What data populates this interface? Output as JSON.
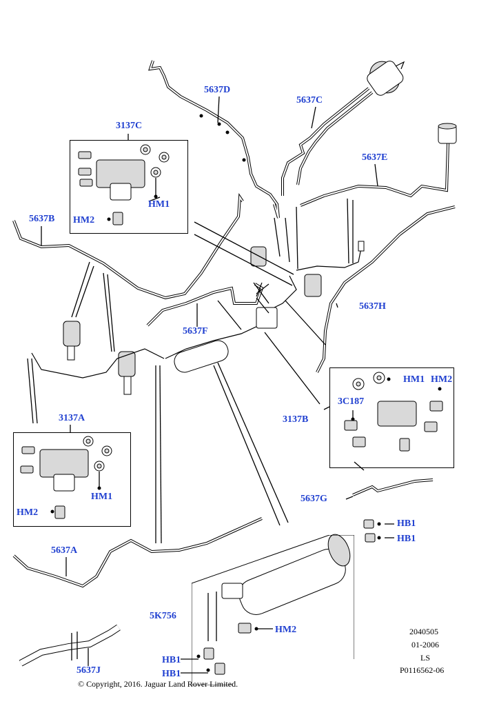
{
  "labels": {
    "p5637D": "5637D",
    "p5637C": "5637C",
    "p3137C": "3137C",
    "p5637E": "5637E",
    "p5637B": "5637B",
    "hm1_c": "HM1",
    "hm2_c": "HM2",
    "p5637H": "5637H",
    "p5637F": "5637F",
    "hm1_b": "HM1",
    "hm2_b": "HM2",
    "p3C187": "3C187",
    "p3137A": "3137A",
    "p3137B": "3137B",
    "hm1_a": "HM1",
    "hm2_a": "HM2",
    "p5637G": "5637G",
    "hb1_r1": "HB1",
    "hb1_r2": "HB1",
    "p5637A": "5637A",
    "p5K756": "5K756",
    "hm2_k": "HM2",
    "hb1_b1": "HB1",
    "hb1_b2": "HB1",
    "p5637J": "5637J"
  },
  "info_block": {
    "line1": "2040505",
    "line2": "01-2006",
    "line3": "LS",
    "line4": "P0116562-06"
  },
  "copyright": "© Copyright, 2016. Jaguar Land Rover Limited.",
  "colors": {
    "label_blue": "#1f3fd0",
    "line_black": "#000000"
  }
}
